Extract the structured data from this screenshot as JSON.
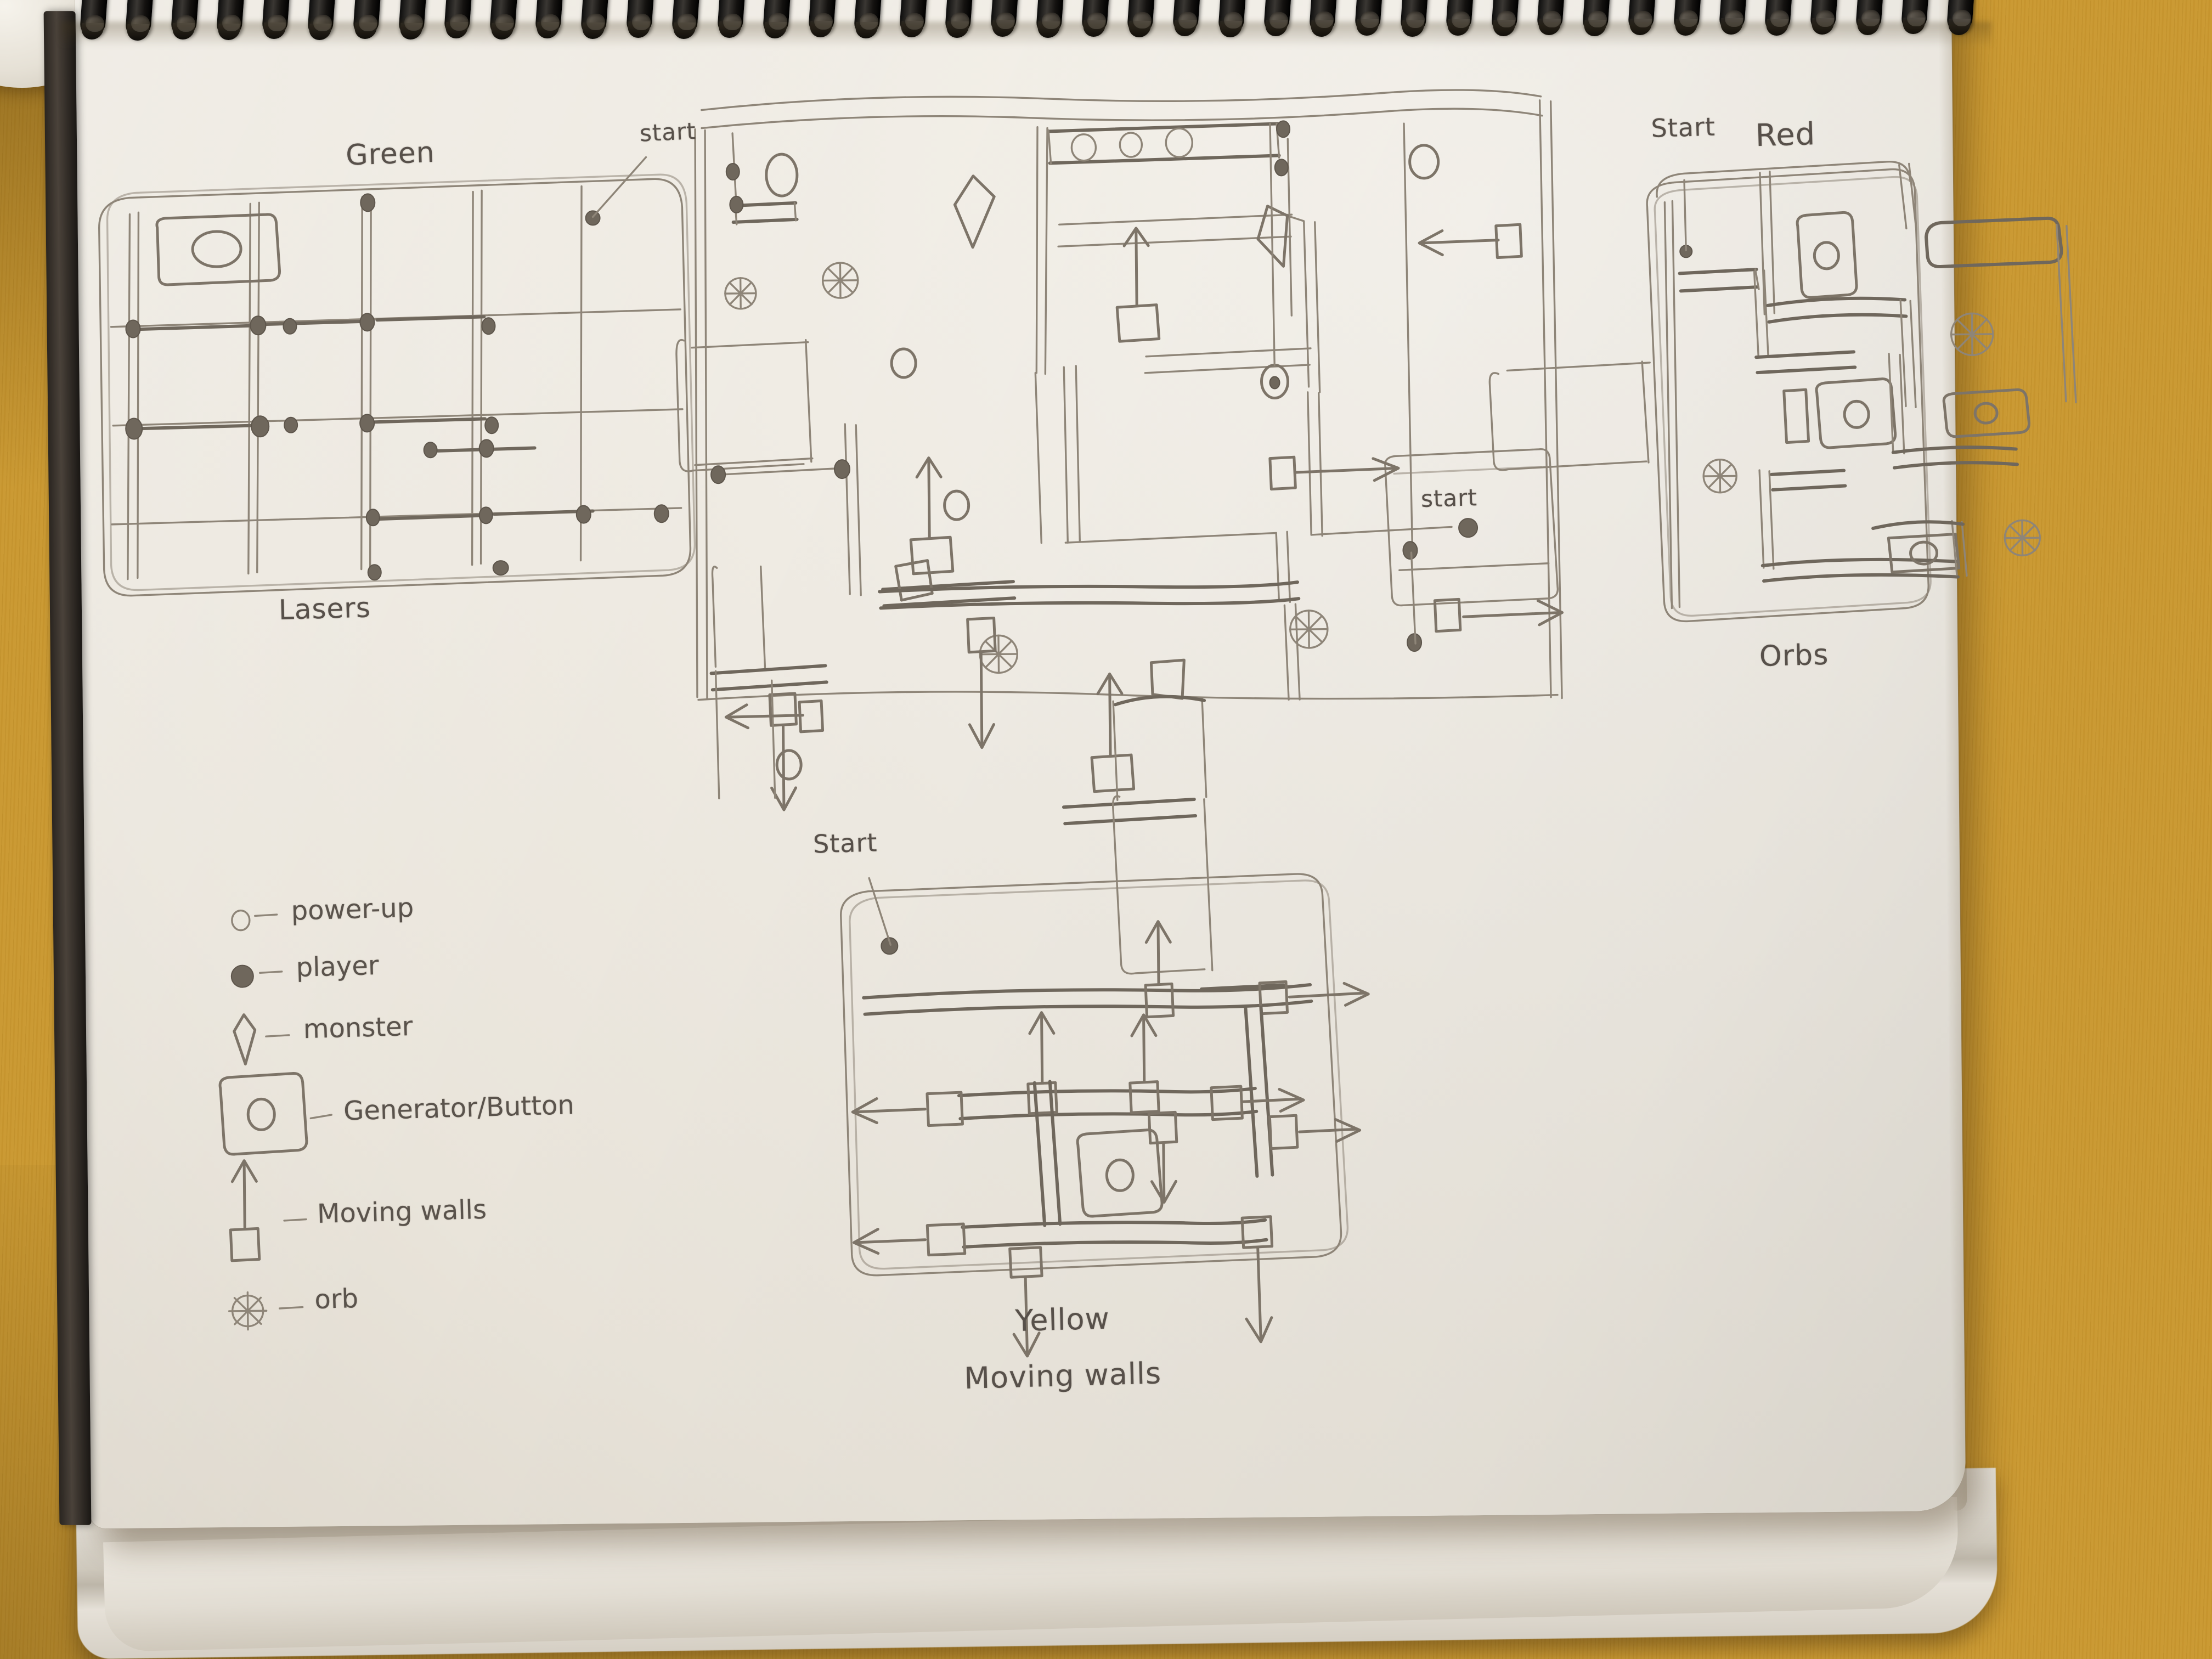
{
  "scene": {
    "medium": "pencil sketch in spiral notebook on wooden desk",
    "desk_color": "#d6a63e",
    "paper_color": "#efebe3",
    "pencil_color": "#7d7468",
    "binding_color": "#141210"
  },
  "rooms": [
    {
      "id": "green",
      "title": "Green",
      "subtitle": "Lasers",
      "start_label": "start",
      "mechanic": "lasers"
    },
    {
      "id": "center",
      "title": "",
      "subtitle": "",
      "start_label": "start",
      "start_label_2": "start",
      "mechanic": "hub"
    },
    {
      "id": "red",
      "title": "Red",
      "subtitle": "Orbs",
      "start_label": "Start",
      "mechanic": "orbs"
    },
    {
      "id": "yellow",
      "title": "Yellow",
      "subtitle": "Moving walls",
      "start_label": "Start",
      "mechanic": "moving walls"
    }
  ],
  "legend": {
    "title": "",
    "items": [
      {
        "icon": "power-up-icon",
        "symbol": "o",
        "label": "power-up"
      },
      {
        "icon": "player-icon",
        "symbol": "●",
        "label": "player"
      },
      {
        "icon": "monster-icon",
        "symbol": "◇",
        "label": "monster"
      },
      {
        "icon": "generator-button-icon",
        "symbol": "[o]",
        "label": "Generator/Button"
      },
      {
        "icon": "moving-wall-icon",
        "symbol": "↑□",
        "label": "Moving walls"
      },
      {
        "icon": "orb-icon",
        "symbol": "✸",
        "label": "orb"
      }
    ],
    "dash": "-"
  },
  "labels": {
    "green_title": "Green",
    "green_sub": "Lasers",
    "green_start": "start",
    "red_start": "Start",
    "red_title": "Red",
    "red_sub": "Orbs",
    "yellow_start": "Start",
    "yellow_title": "Yellow",
    "yellow_sub": "Moving walls",
    "center_start": "start"
  }
}
